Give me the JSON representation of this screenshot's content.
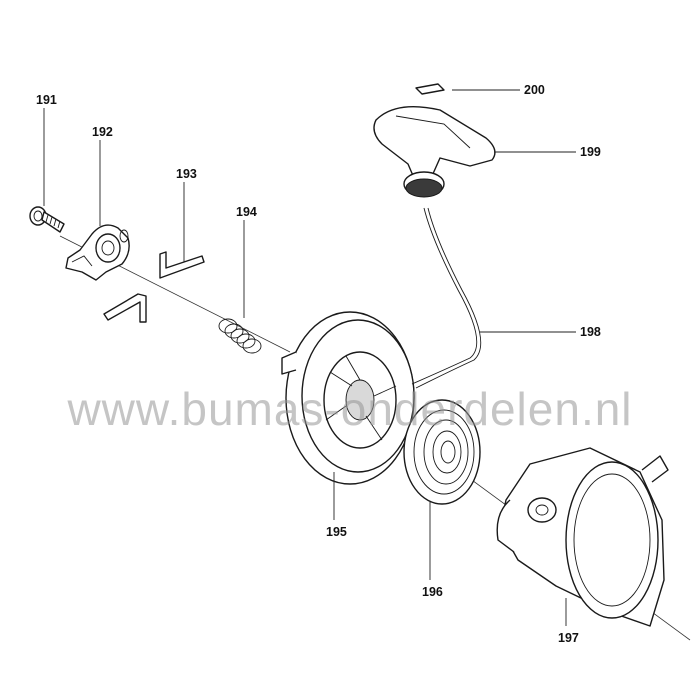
{
  "watermark": "www.bumas-onderdelen.nl",
  "callouts": {
    "c191": "191",
    "c192": "192",
    "c193": "193",
    "c194": "194",
    "c195": "195",
    "c196": "196",
    "c197": "197",
    "c198": "198",
    "c199": "199",
    "c200": "200"
  }
}
